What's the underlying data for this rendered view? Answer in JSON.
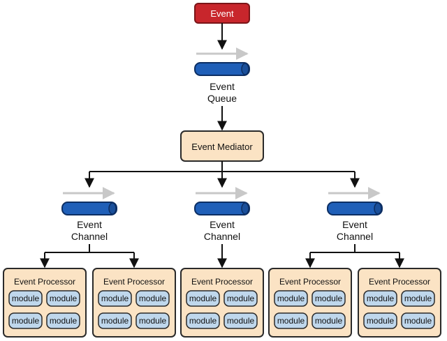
{
  "event": {
    "label": "Event"
  },
  "queue": {
    "line1": "Event",
    "line2": "Queue"
  },
  "mediator": {
    "label": "Event Mediator"
  },
  "channels": [
    {
      "line1": "Event",
      "line2": "Channel"
    },
    {
      "line1": "Event",
      "line2": "Channel"
    },
    {
      "line1": "Event",
      "line2": "Channel"
    }
  ],
  "processors": [
    {
      "title": "Event Processor",
      "modules": [
        "module",
        "module",
        "module",
        "module"
      ]
    },
    {
      "title": "Event Processor",
      "modules": [
        "module",
        "module",
        "module",
        "module"
      ]
    },
    {
      "title": "Event Processor",
      "modules": [
        "module",
        "module",
        "module",
        "module"
      ]
    },
    {
      "title": "Event Processor",
      "modules": [
        "module",
        "module",
        "module",
        "module"
      ]
    },
    {
      "title": "Event Processor",
      "modules": [
        "module",
        "module",
        "module",
        "module"
      ]
    }
  ],
  "colors": {
    "event_fill": "#c8262c",
    "event_stroke": "#7a1518",
    "box_fill": "#fbe3c4",
    "box_stroke": "#2a2a2a",
    "module_fill": "#bfd7ec",
    "pipe_fill": "#1f5fb8",
    "pipe_stroke": "#0c2e63",
    "flow_arrow": "#c8c8c8",
    "line": "#111111"
  }
}
